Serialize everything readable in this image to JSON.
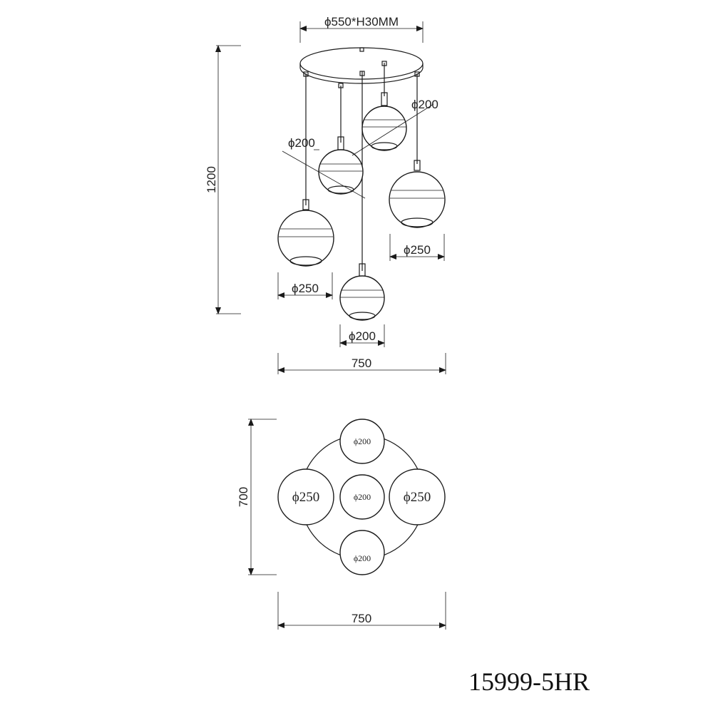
{
  "side_view": {
    "canopy_dim": "ϕ550*H30MM",
    "height_dim": "1200",
    "width_dim": "750",
    "globe_labels": {
      "top_right": "ϕ200",
      "middle_left": "ϕ200",
      "right": "ϕ250",
      "left": "ϕ250",
      "bottom": "ϕ200"
    }
  },
  "top_view": {
    "height_dim": "700",
    "width_dim": "750",
    "circle_labels": {
      "top": "ϕ200",
      "left": "ϕ250",
      "center": "ϕ200",
      "right": "ϕ250",
      "bottom": "ϕ200"
    }
  },
  "model_code": "15999-5HR"
}
